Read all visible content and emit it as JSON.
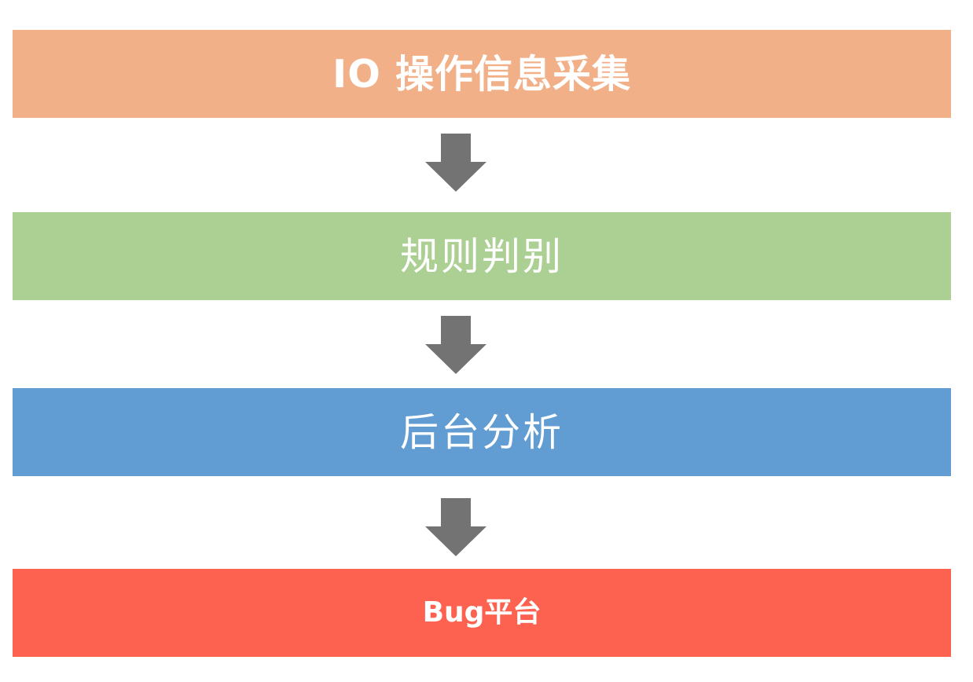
{
  "stages": [
    {
      "label": "IO 操作信息采集",
      "color": "#f2b089"
    },
    {
      "label": "规则判别",
      "color": "#acd094"
    },
    {
      "label": "后台分析",
      "color": "#619dd2"
    },
    {
      "label": "Bug平台",
      "color": "#fd6250"
    }
  ],
  "arrow_color": "#737373"
}
